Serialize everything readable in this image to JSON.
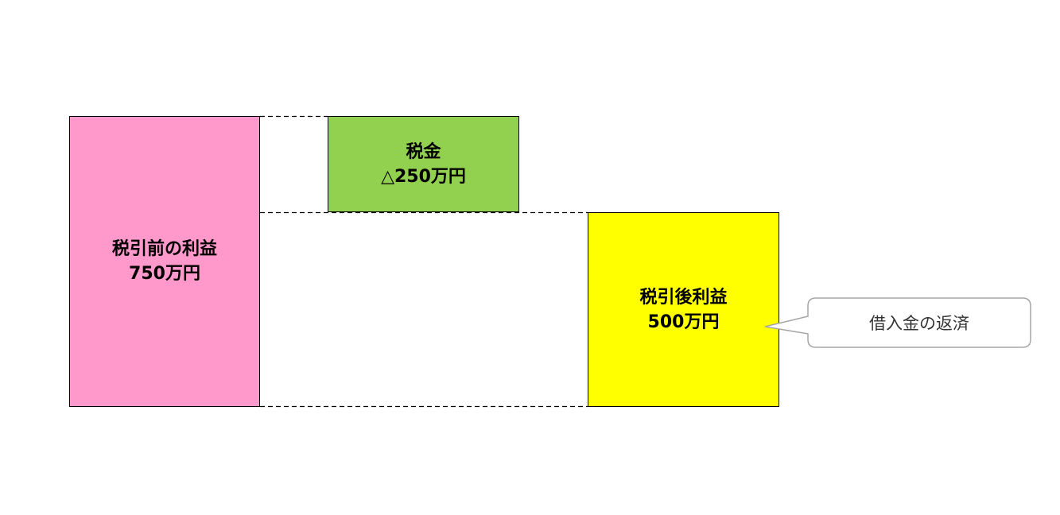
{
  "colors": {
    "pretax": "#FF99CC",
    "tax": "#92D050",
    "after_tax": "#FFFF00",
    "callout_border": "#A6A6A6"
  },
  "boxes": {
    "pretax": {
      "label": "税引前の利益",
      "value": "750万円"
    },
    "tax": {
      "label": "税金",
      "value": "△250万円"
    },
    "after_tax": {
      "label": "税引後利益",
      "value": "500万円"
    }
  },
  "callout": {
    "text": "借入金の返済"
  }
}
